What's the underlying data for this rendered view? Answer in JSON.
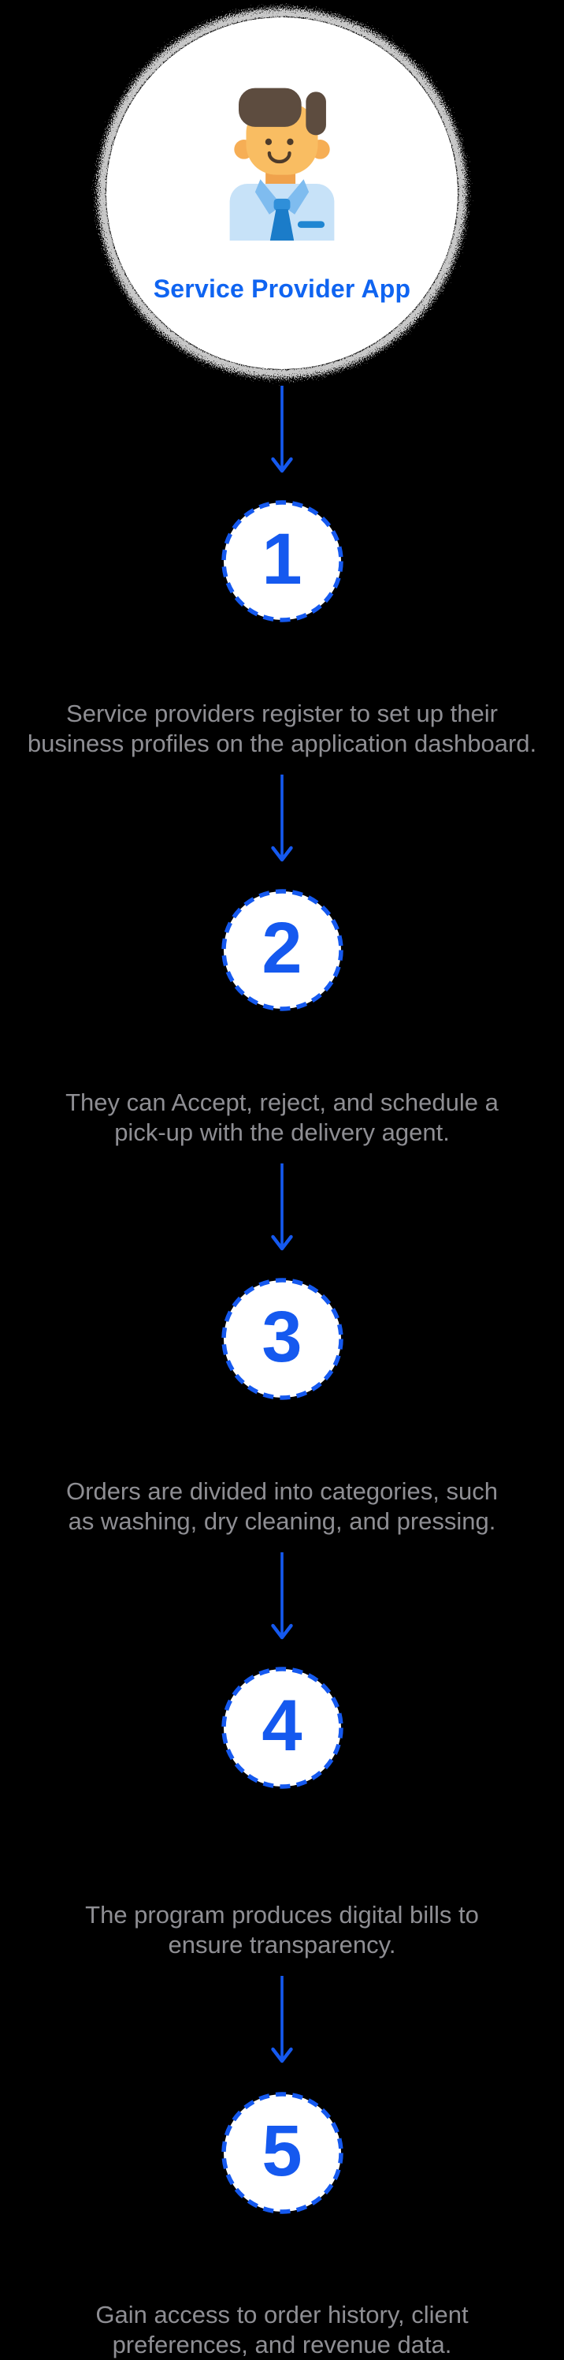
{
  "page": {
    "background_color": "#000000",
    "type": "vertical-flow-infographic"
  },
  "colors": {
    "accent_blue": "#1559EF",
    "title_blue": "#0F64F1",
    "text_gray": "#8E8E93",
    "circle_fill": "#FFFFFF",
    "halo_speckle": "#C8C8C8"
  },
  "hero": {
    "title": "Service Provider App",
    "icon": "businessman-avatar-icon"
  },
  "steps": [
    {
      "number": "1",
      "line1": "Service providers register to set up their",
      "line2": "business profiles on the application dashboard."
    },
    {
      "number": "2",
      "line1": "They can Accept, reject, and schedule a",
      "line2": "pick-up with the delivery agent."
    },
    {
      "number": "3",
      "line1": "Orders are divided into categories, such",
      "line2": "as washing, dry cleaning, and pressing."
    },
    {
      "number": "4",
      "line1": "The program produces digital bills to",
      "line2": "ensure transparency."
    },
    {
      "number": "5",
      "line1": "Gain access to order history, client",
      "line2": "preferences, and revenue data."
    }
  ]
}
